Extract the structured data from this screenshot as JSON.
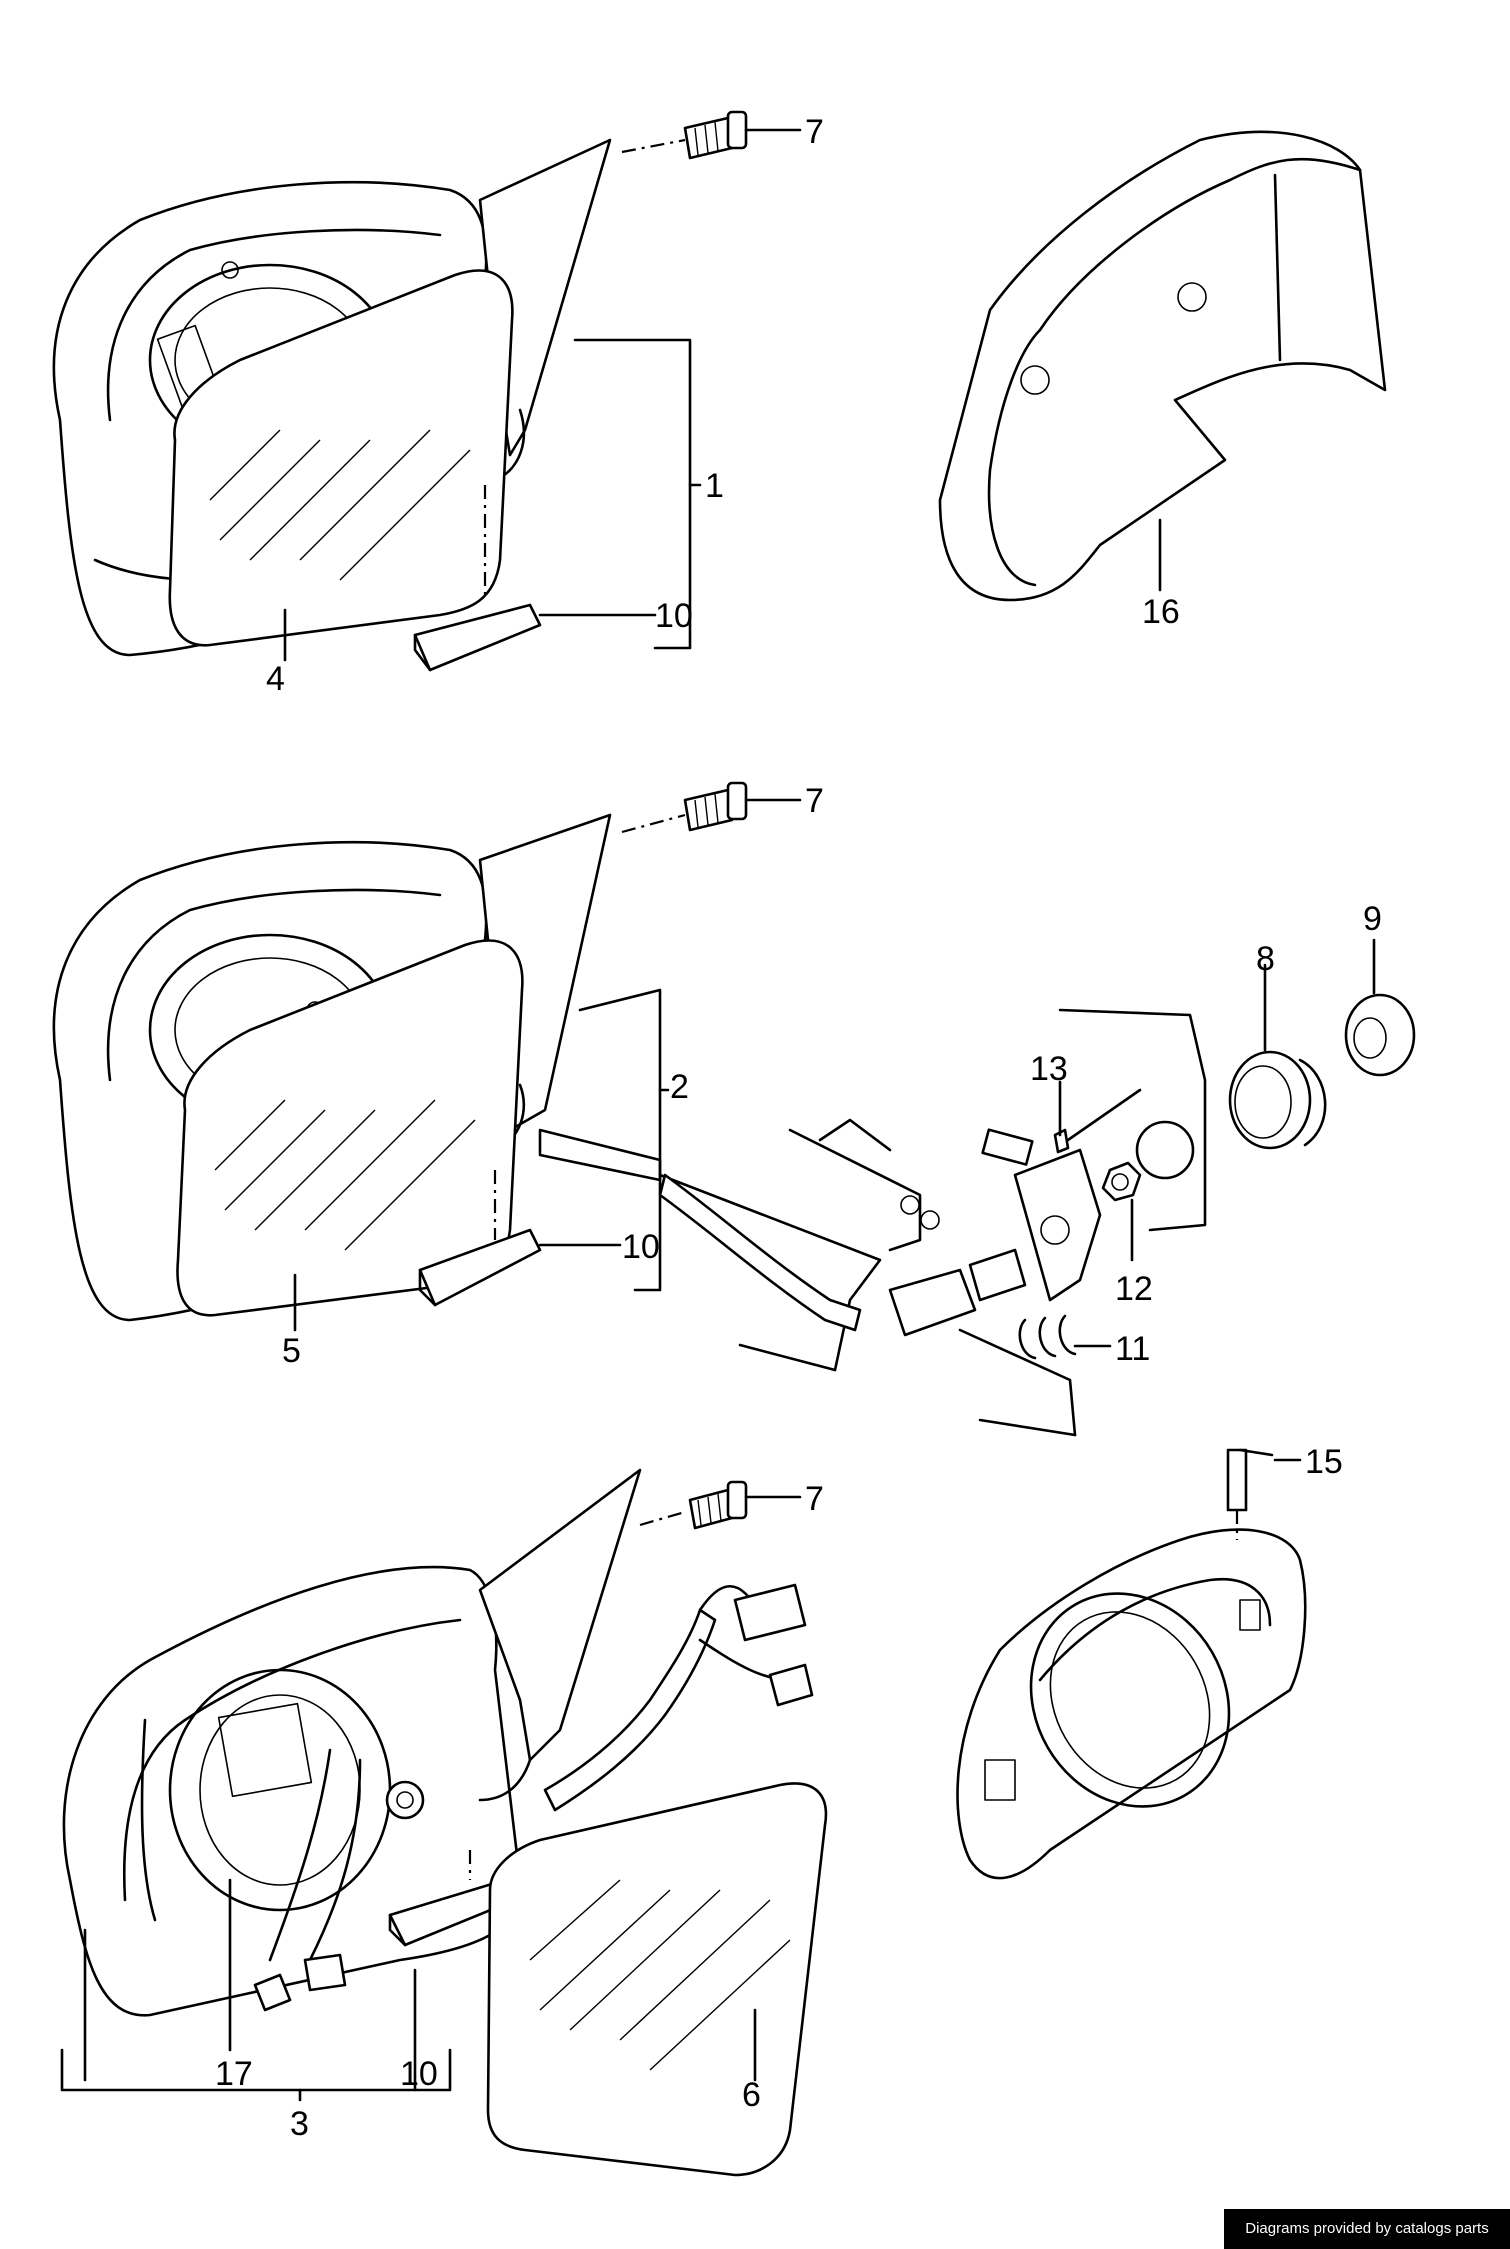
{
  "labels": {
    "l1": "1",
    "l2": "2",
    "l3": "3",
    "l4": "4",
    "l5": "5",
    "l6": "6",
    "l7": "7",
    "l8": "8",
    "l9": "9",
    "l10": "10",
    "l11": "11",
    "l12": "12",
    "l13": "13",
    "l15": "15",
    "l16": "16",
    "l17": "17"
  },
  "credit": "Diagrams provided by catalogs parts"
}
